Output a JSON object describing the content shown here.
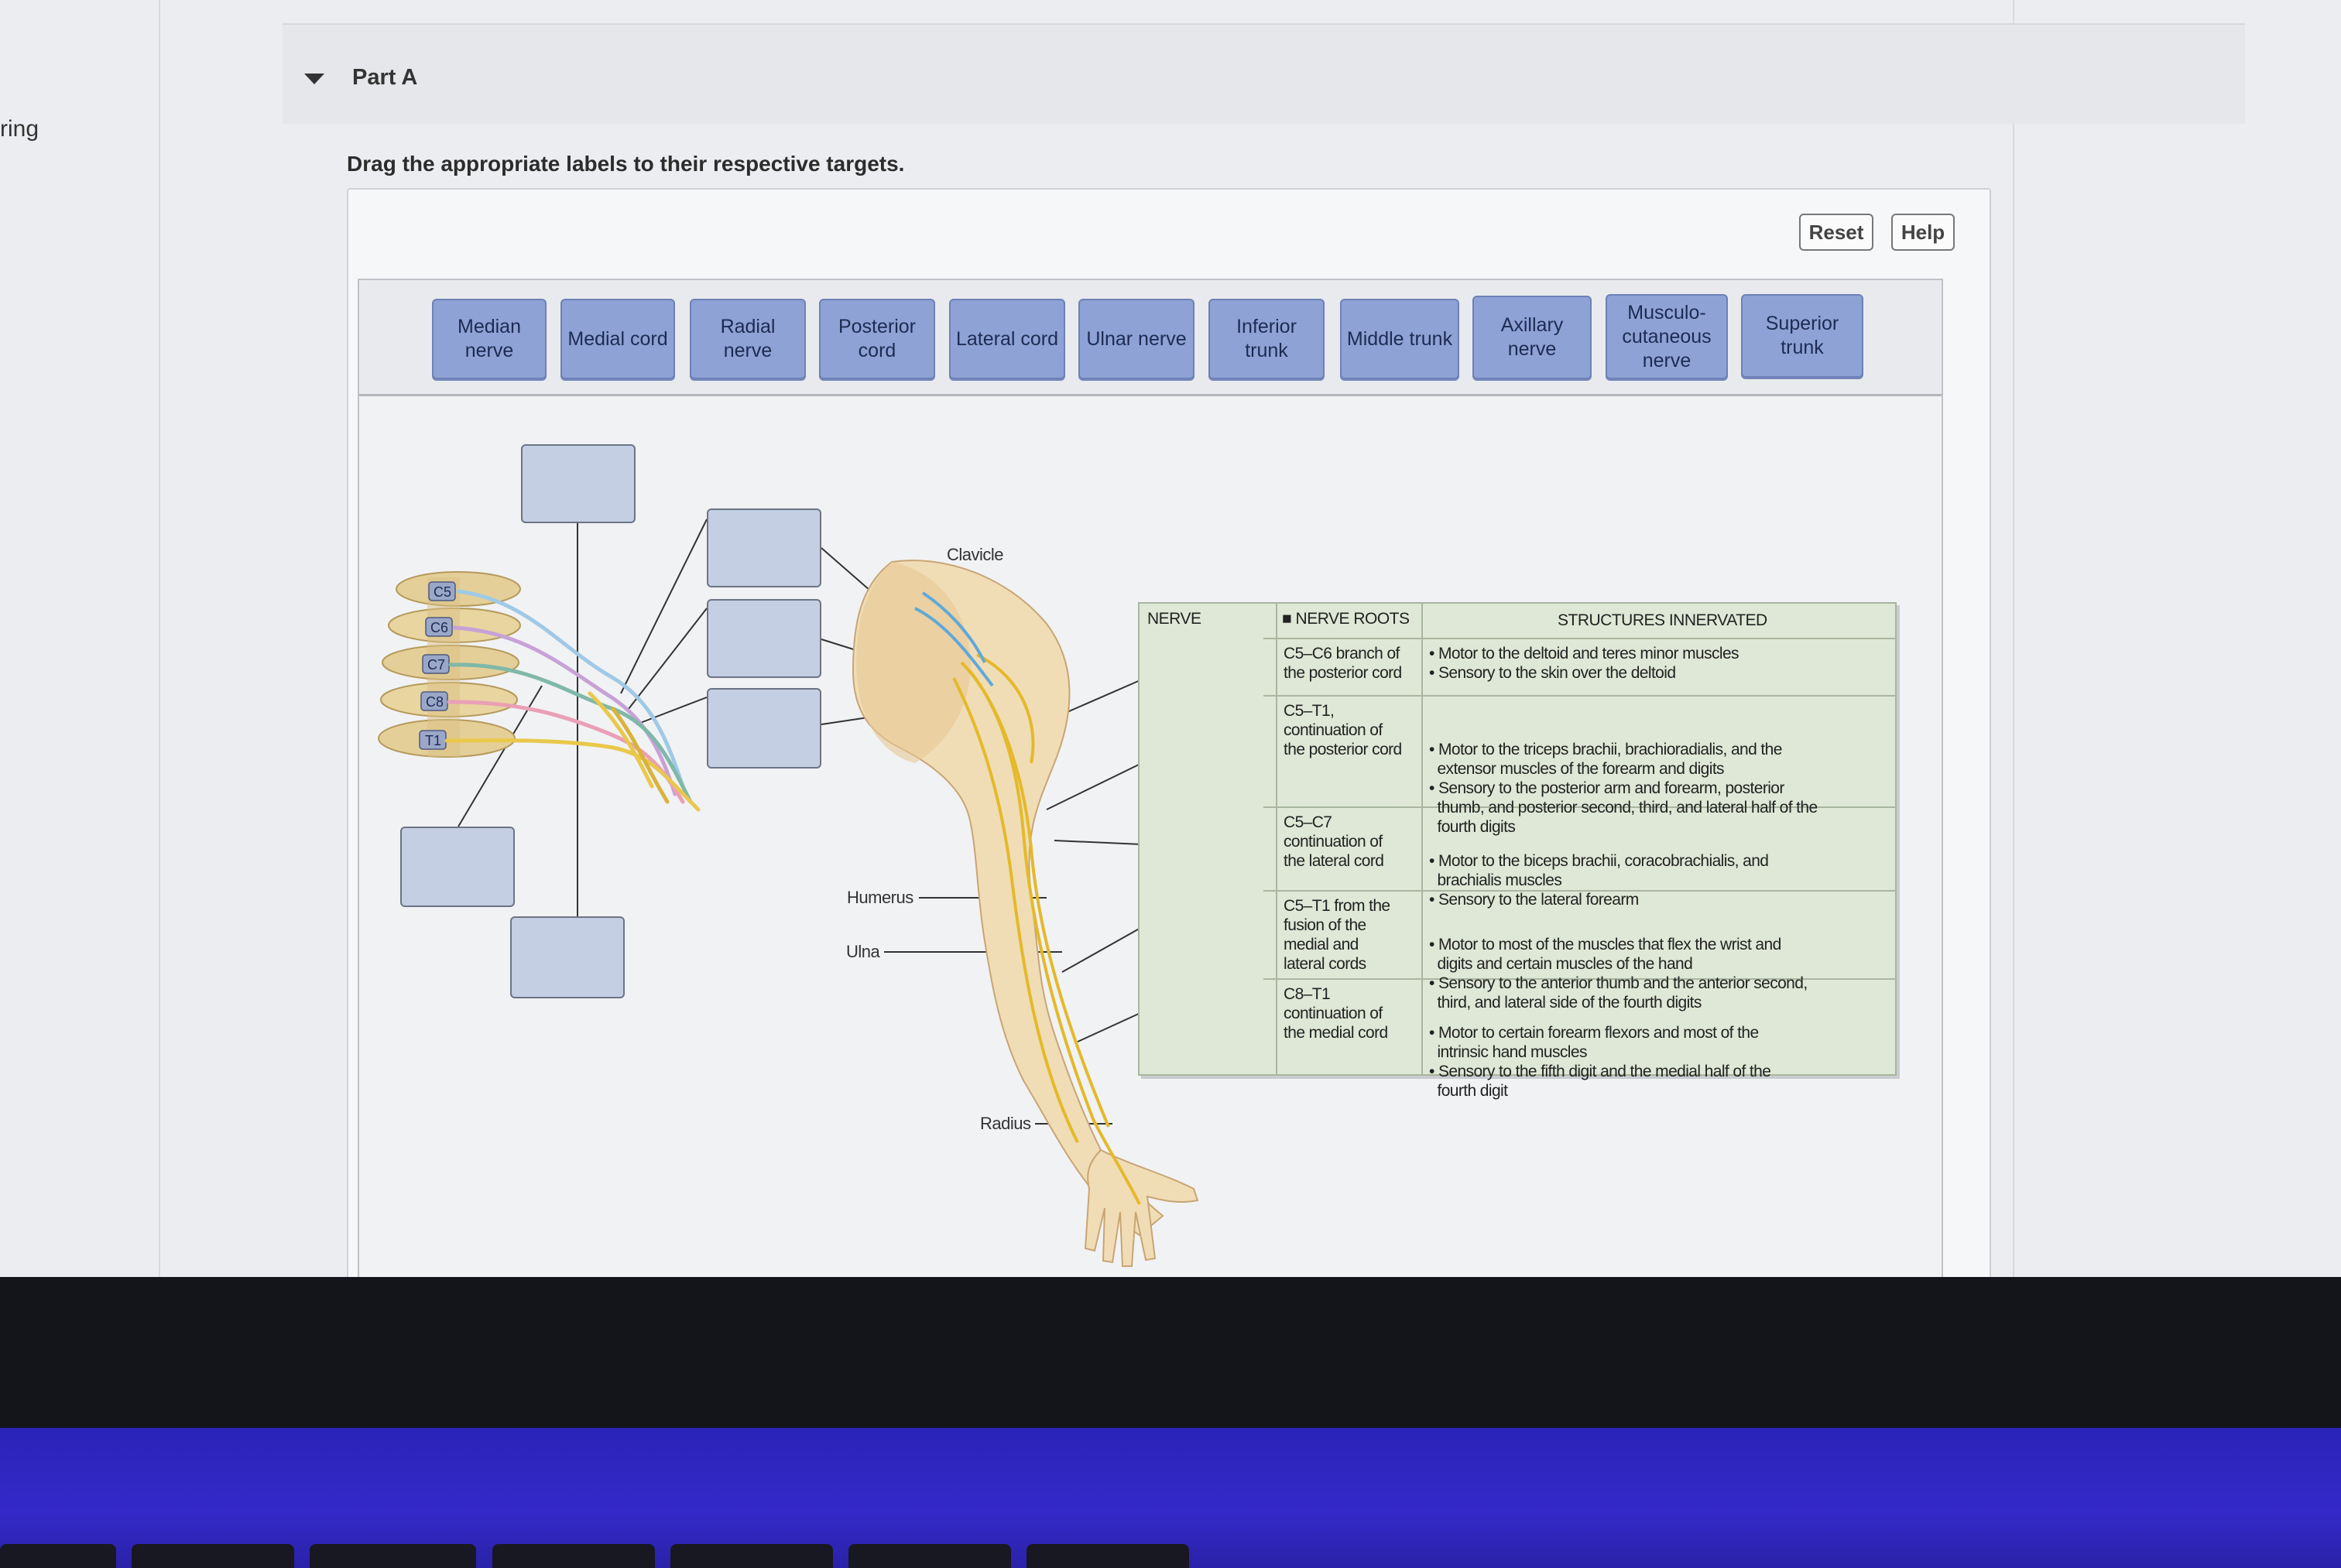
{
  "window": {
    "left_fragment": "ring",
    "part_title": "Part A",
    "instruction": "Drag the appropriate labels to their respective targets."
  },
  "toolbar": {
    "reset_label": "Reset",
    "help_label": "Help"
  },
  "labels": [
    {
      "id": "median-nerve",
      "text": "Median nerve"
    },
    {
      "id": "medial-cord",
      "text": "Medial cord"
    },
    {
      "id": "radial-nerve",
      "text": "Radial nerve"
    },
    {
      "id": "posterior-cord",
      "text": "Posterior cord"
    },
    {
      "id": "lateral-cord",
      "text": "Lateral cord"
    },
    {
      "id": "ulnar-nerve",
      "text": "Ulnar nerve"
    },
    {
      "id": "inferior-trunk",
      "text": "Inferior trunk"
    },
    {
      "id": "middle-trunk",
      "text": "Middle trunk"
    },
    {
      "id": "axillary-nerve",
      "text": "Axillary nerve"
    },
    {
      "id": "musculocutaneous-nerve",
      "text": "Musculo-cutaneous nerve"
    },
    {
      "id": "superior-trunk",
      "text": "Superior trunk"
    }
  ],
  "vertebrae": [
    "C5",
    "C6",
    "C7",
    "C8",
    "T1"
  ],
  "anatomy_labels": {
    "clavicle": "Clavicle",
    "humerus": "Humerus",
    "ulna": "Ulna",
    "radius": "Radius"
  },
  "table": {
    "headers": {
      "nerve": "NERVE",
      "roots": "NERVE ROOTS",
      "structures": "STRUCTURES INNERVATED"
    },
    "rows": [
      {
        "roots": [
          "C5–C6 branch of",
          "the posterior cord"
        ],
        "structures": [
          "• Motor to the deltoid and teres minor muscles",
          "• Sensory to the skin over the deltoid"
        ]
      },
      {
        "roots": [
          "C5–T1,",
          "continuation of",
          "the posterior cord"
        ],
        "structures": [
          "• Motor to the triceps brachii, brachioradialis, and the",
          "  extensor muscles of the forearm and digits",
          "• Sensory to the posterior arm and forearm, posterior",
          "  thumb, and posterior second, third, and lateral half of the",
          "  fourth digits"
        ]
      },
      {
        "roots": [
          "C5–C7",
          "continuation of",
          "the lateral cord"
        ],
        "structures": [
          "• Motor to the biceps brachii, coracobrachialis, and",
          "  brachialis muscles",
          "• Sensory to the lateral forearm"
        ]
      },
      {
        "roots": [
          "C5–T1 from the",
          "fusion of the",
          "medial and",
          "lateral cords"
        ],
        "structures": [
          "• Motor to most of the muscles that flex the wrist and",
          "  digits and certain muscles of the hand",
          "• Sensory to the anterior thumb and the anterior second,",
          "  third, and lateral side of the fourth digits"
        ]
      },
      {
        "roots": [
          "C8–T1",
          "continuation of",
          "the medial cord"
        ],
        "structures": [
          "• Motor to certain forearm flexors and most of the",
          "  intrinsic hand muscles",
          "• Sensory to the fifth digit and the medial half of the",
          "  fourth digit"
        ]
      }
    ]
  },
  "colors": {
    "label_fill": "#8ea2d6",
    "target_fill": "#c5cfe3",
    "table_fill": "#dfe8d6",
    "nerve_yellow": "#e9c84a",
    "screen_blue": "#3429c9"
  }
}
